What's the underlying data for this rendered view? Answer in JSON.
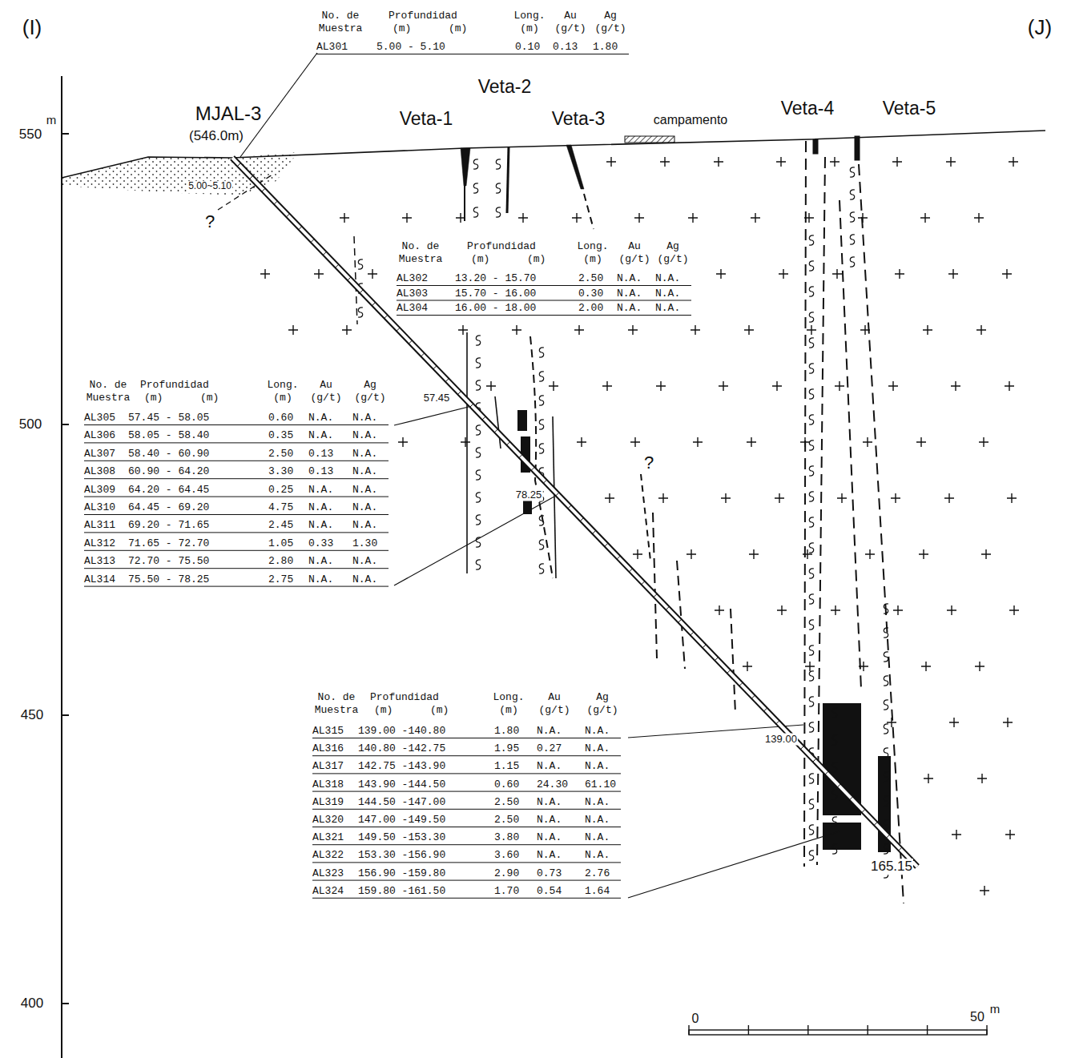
{
  "diagram": {
    "labels": [
      "(I)",
      "(J)",
      "No. de Muestra",
      "Profundidad",
      "(m)",
      "(m)",
      "Long. (m)",
      "Au (g/t)",
      "Ag (g/t)",
      "AL301",
      "5.00 - 5.10",
      "0.10",
      "0.13",
      "1.80",
      "MJAL-3",
      "(546.0m)",
      "5.00~5.10",
      "?",
      "Veta-1",
      "Veta-2",
      "Veta-3",
      "campamento",
      "Veta-4",
      "Veta-5",
      "No. de Muestra",
      "Profundidad",
      "(m)",
      "(m)",
      "Long. (m)",
      "Au (g/t)",
      "Ag (g/t)",
      "AL302",
      "13.20 - 15.70",
      "2.50",
      "N.A.",
      "N.A.",
      "AL303",
      "15.70 - 16.00",
      "0.30",
      "N.A.",
      "N.A.",
      "AL304",
      "16.00 - 18.00",
      "2.00",
      "N.A.",
      "N.A.",
      "No. de Muestra",
      "Profundidad",
      "(m)",
      "(m)",
      "Long. (m)",
      "Au (g/t)",
      "Ag (g/t)",
      "AL305",
      "57.45 - 58.05",
      "0.60",
      "N.A.",
      "N.A.",
      "AL306",
      "58.05 - 58.40",
      "0.35",
      "N.A.",
      "N.A.",
      "AL307",
      "58.40 - 60.90",
      "2.50",
      "0.13",
      "N.A.",
      "AL308",
      "60.90 - 64.20",
      "3.30",
      "0.13",
      "N.A.",
      "AL309",
      "64.20 - 64.45",
      "0.25",
      "N.A.",
      "N.A.",
      "AL310",
      "64.45 - 69.20",
      "4.75",
      "N.A.",
      "N.A.",
      "AL311",
      "69.20 - 71.65",
      "2.45",
      "N.A.",
      "N.A.",
      "AL312",
      "71.65 - 72.70",
      "1.05",
      "0.33",
      "1.30",
      "AL313",
      "72.70 - 75.50",
      "2.80",
      "N.A.",
      "N.A.",
      "AL314",
      "75.50 - 78.25",
      "2.75",
      "N.A.",
      "N.A.",
      "57.45",
      "78.25",
      "?",
      "No. de Muestra",
      "Profundidad",
      "(m)",
      "(m)",
      "Long. (m)",
      "Au (g/t)",
      "Ag (g/t)",
      "AL315",
      "139.00 -140.80",
      "1.80",
      "N.A.",
      "N.A.",
      "AL316",
      "140.80 -142.75",
      "1.95",
      "0.27",
      "N.A.",
      "AL317",
      "142.75 -143.90",
      "1.15",
      "N.A.",
      "N.A.",
      "AL318",
      "143.90 -144.50",
      "0.60",
      "24.30",
      "61.10",
      "AL319",
      "144.50 -147.00",
      "2.50",
      "N.A.",
      "N.A.",
      "AL320",
      "147.00 -149.50",
      "2.50",
      "N.A.",
      "N.A.",
      "AL321",
      "149.50 -153.30",
      "3.80",
      "N.A.",
      "N.A.",
      "AL322",
      "153.30 -156.90",
      "3.60",
      "N.A.",
      "N.A.",
      "AL323",
      "156.90 -159.80",
      "2.90",
      "0.73",
      "2.76",
      "AL324",
      "159.80 -161.50",
      "1.70",
      "0.54",
      "1.64",
      "139.00",
      "165.15",
      "550",
      "m",
      "500",
      "450",
      "400",
      "0",
      "50",
      "m"
    ]
  }
}
